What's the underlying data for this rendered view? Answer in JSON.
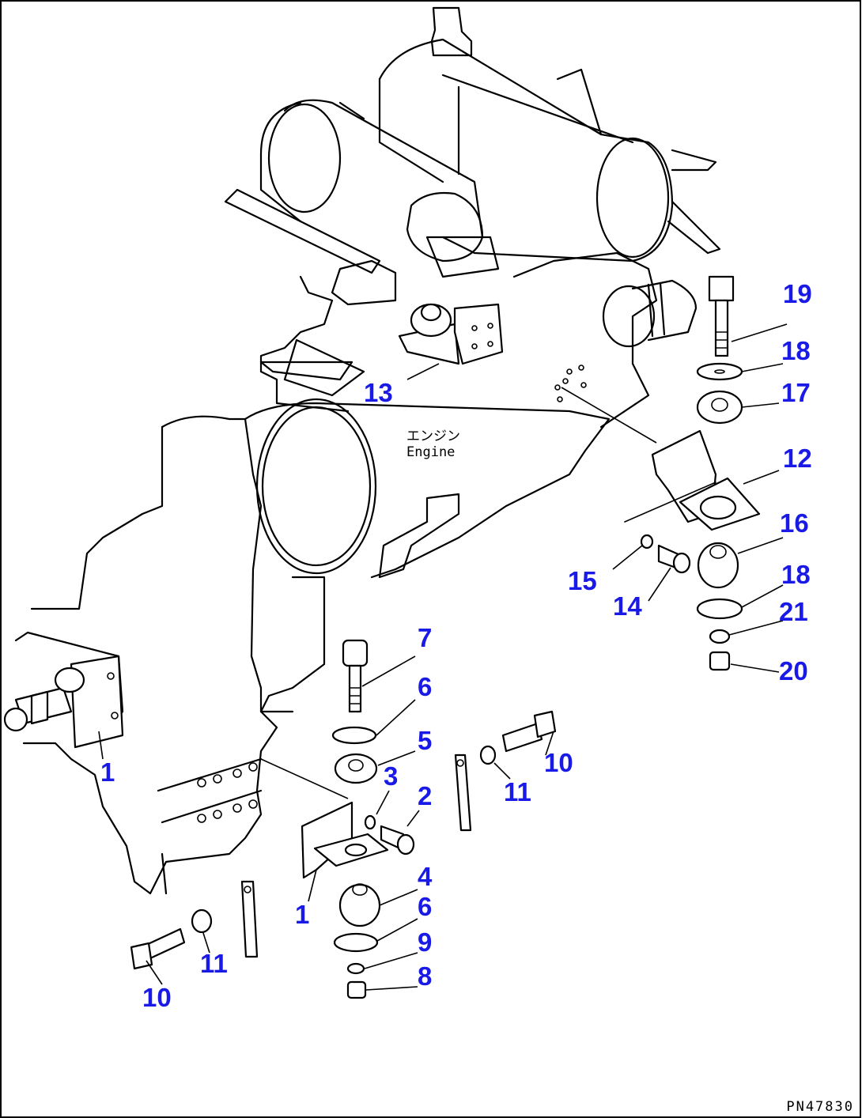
{
  "diagram": {
    "drawing_code": "PN47830",
    "engine_label_jp": "エンジン",
    "engine_label_en": "Engine",
    "callouts": [
      "1",
      "1",
      "2",
      "3",
      "4",
      "5",
      "6",
      "6",
      "7",
      "8",
      "9",
      "10",
      "10",
      "11",
      "11",
      "12",
      "13",
      "14",
      "15",
      "16",
      "17",
      "18",
      "18",
      "19",
      "20",
      "21"
    ]
  }
}
